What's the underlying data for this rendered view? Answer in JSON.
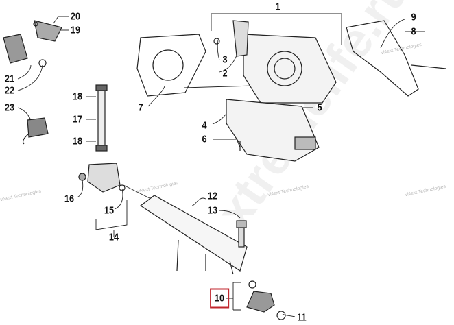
{
  "diagram": {
    "title": "Fuel injection / throttle body parts diagram",
    "highlighted_callout": "10",
    "highlight_color": "#c0262d",
    "callouts": [
      {
        "id": "c1",
        "label": "1"
      },
      {
        "id": "c20",
        "label": "20"
      },
      {
        "id": "c19",
        "label": "19"
      },
      {
        "id": "c9",
        "label": "9"
      },
      {
        "id": "c8",
        "label": "8"
      },
      {
        "id": "c3",
        "label": "3"
      },
      {
        "id": "c2",
        "label": "2"
      },
      {
        "id": "c21",
        "label": "21"
      },
      {
        "id": "c22",
        "label": "22"
      },
      {
        "id": "c18a",
        "label": "18"
      },
      {
        "id": "c7",
        "label": "7"
      },
      {
        "id": "c5",
        "label": "5"
      },
      {
        "id": "c23",
        "label": "23"
      },
      {
        "id": "c17",
        "label": "17"
      },
      {
        "id": "c4",
        "label": "4"
      },
      {
        "id": "c6",
        "label": "6"
      },
      {
        "id": "c18b",
        "label": "18"
      },
      {
        "id": "c16",
        "label": "16"
      },
      {
        "id": "c12",
        "label": "12"
      },
      {
        "id": "c13",
        "label": "13"
      },
      {
        "id": "c15",
        "label": "15"
      },
      {
        "id": "c14",
        "label": "14"
      },
      {
        "id": "c10",
        "label": "10"
      },
      {
        "id": "c11",
        "label": "11"
      }
    ]
  },
  "watermarks": {
    "site": "xtremelife.ru",
    "vendor": "vNext Technologies"
  }
}
